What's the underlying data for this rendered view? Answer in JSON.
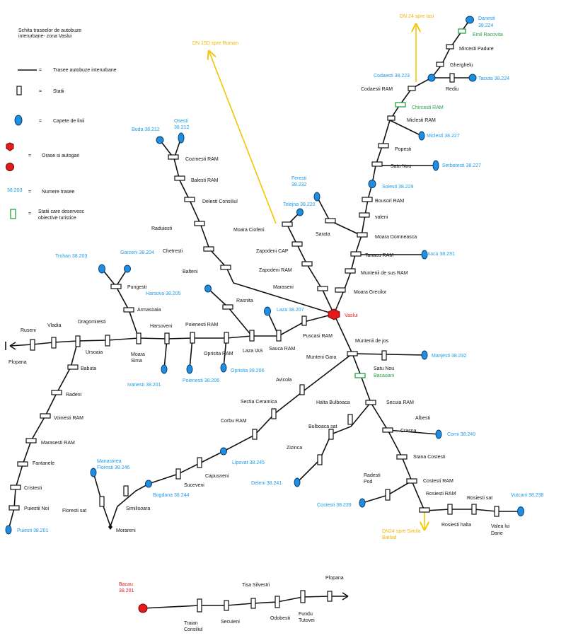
{
  "legend": {
    "title_line1": "Schita traseelor de autobuze",
    "title_line2": "interurbane- zona Vaslui",
    "eq": "=",
    "route": "Trasee autobuze interurbane",
    "stop": "Statii",
    "terminal": "Capete de linii",
    "city": "Orase si autogari",
    "route_number_example": "38.203",
    "route_number": "Numere trasee",
    "tourist_line1": "Statii care deservesc",
    "tourist_line2": "obiective turistice"
  },
  "colors": {
    "route": "#111111",
    "terminal": "#1e8ee0",
    "city": "#e21b1b",
    "tourist": "#25a244",
    "national_road": "#f5c400",
    "route_label": "#1e9be8"
  },
  "roads": {
    "dn24_iasi": "DN 24 spre Iasi",
    "dn15d_roman": "DN 15D spre Roman",
    "dn24_simila_l1": "DN24 spre Simila",
    "dn24_simila_l2": "Barlad"
  },
  "cities": {
    "vaslui": "Vaslui",
    "bacau_l1": "Bacau",
    "bacau_l2": "38.201"
  },
  "stations": {
    "danesti_l1": "Danesti",
    "danesti_l2": "38.224",
    "emil_racovita": "Emil Racovita",
    "mircesti_padure": "Mircesti Padure",
    "gherghelu": "Gherghelu",
    "codaesti_route": "Codaesti 38.223",
    "tacuta": "Tacuta 38.224",
    "codaesti_ram": "Codaesti RAM",
    "rediu": "Rediu",
    "chircesti_ram": "Chircesti RAM",
    "miclesti_ram": "Miclesti RAM",
    "miclesti_route": "Miclesti 38.227",
    "popesti": "Popesti",
    "satu_nou_n": "Satu Nou",
    "serbotesti": "Serbotesti 38.227",
    "solesti": "Solesti 38.229",
    "bousori_ram": "Bousori RAM",
    "valeni": "valeni",
    "moara_domneasca": "Moara Domneasca",
    "tanacu_ram": "Tanacu RAM",
    "tanacu_route": "Tanacu 38.231",
    "muntenii_de_sus": "Muntenii de sus RAM",
    "moara_grecilor": "Moara Grecilor",
    "feresti_l1": "Feresti",
    "feresti_l2": "38.232",
    "telejna": "Telejna 38.220",
    "sarata": "Sarata",
    "moara_ciofeni": "Moara Ciofeni",
    "zapodeni_cap": "Zapodeni CAP",
    "zapodeni_ram": "Zapodeni RAM",
    "maraseni": "Maraseni",
    "buda": "Buda 38.212",
    "osesti_l1": "Osesti",
    "osesti_l2": "38.212",
    "cozmesti_ram": "Cozmesti RAM",
    "balesti_ram": "Balesti RAM",
    "delesti": "Delesti Consiliul",
    "raduiesti": "Raduiesti",
    "chetresti": "Chetresti",
    "balteni": "Balteni",
    "trohan": "Trohan 38.203",
    "garceni": "Garceni 38.204",
    "pungesti": "Pungesti",
    "harsova": "Harsova 38.205",
    "armasoaia": "Armasoaia",
    "rasnita": "Rasnita",
    "laza_route": "Laza 38.207",
    "ruseni": "Ruseni",
    "vladia": "Vladia",
    "dragomiresti": "Dragomiresti",
    "harsoveni": "Harsoveni",
    "poienesti_ram": "Poienesti RAM",
    "puscasi_ram": "Puscasi RAM",
    "plopana_w": "Plopana",
    "ursoaia": "Ursoaia",
    "moara_sima_l1": "Moara",
    "moara_sima_l2": "Sima",
    "oprisita_ram": "Oprisita RAM",
    "laza_ias": "Laza IAS",
    "sauca_ram": "Sauca RAM",
    "muntenii_de_jos": "Muntenii de jos",
    "munteni_gara": "Munteni Gara",
    "manjesti": "Manjesti 38.232",
    "ivanesti": "Ivanesti 38.201",
    "poienesti_route": "Poienesti 38.206",
    "oprisita_route": "Oprisita 38.206",
    "babuta": "Babuta",
    "satu_nou_s": "Satu Nou",
    "bacaoani": "Bacaoani",
    "avicola": "Avicola",
    "radeni": "Radeni",
    "halta_bulboaca": "Halta Bulboaca",
    "secuia_ram": "Secuia RAM",
    "sectia_ceramica": "Sectia Ceramica",
    "voinesti_ram": "Voinesti RAM",
    "albesti": "Albesti",
    "corbu_ram": "Corbu RAM",
    "bulboaca_sat": "Bulboaca sat",
    "crasna": "Crasna",
    "corni": "Corni 38.240",
    "marasesti_ram": "Marasesti RAM",
    "zizinca": "Zizinca",
    "lipovat": "Lipovat 38.245",
    "stana_costesti": "Stana Costesti",
    "manastirea_l1": "Manastirea",
    "manastirea_l2": "Floresti 38.246",
    "fantanele": "Fantanele",
    "capusneni": "Capusneni",
    "deleni": "Deleni 38.241",
    "radesti_l1": "Radesti",
    "radesti_l2": "Pod",
    "costesti_ram": "Costesti RAM",
    "cristesti": "Cristesti",
    "suceveni": "Suceveni",
    "bogdana": "Bogdana 38.244",
    "rosiesti_ram": "Rosiesti RAM",
    "rosiesti_sat": "Rosiesti sat",
    "vutcani": "Vutcani 38.238",
    "puiestii_noi": "Puiestii Noi",
    "floresti_sat": "Floresti sat",
    "similisoara": "Similisoara",
    "costesti_route": "Costesti 38.239",
    "puiesti_route": "Puiesti 38.201",
    "morareni": "Morareni",
    "rosiesti_halta": "Rosiesti halta",
    "valea_lui_l1": "Valea lui",
    "valea_lui_l2": "Darie",
    "tisa_silvestri": "Tisa Silvestri",
    "plopana_bottom": "Plopana",
    "traian_l1": "Traian",
    "traian_l2": "Consiliul",
    "secuieni": "Secuieni",
    "odobesti": "Odobesti",
    "fundu_l1": "Fundu",
    "fundu_l2": "Tutovei"
  }
}
